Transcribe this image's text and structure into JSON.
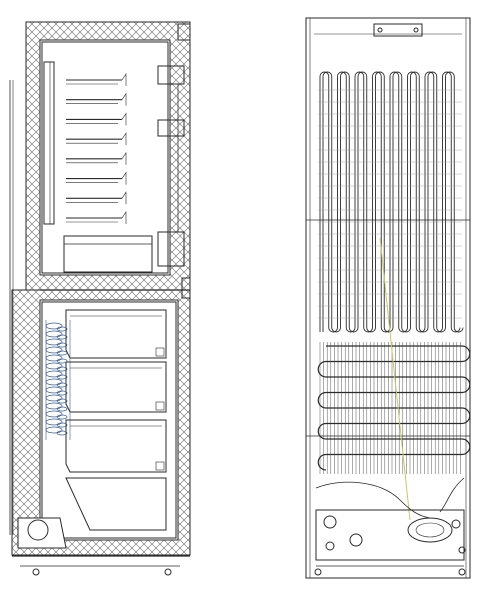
{
  "drawing": {
    "views": [
      {
        "id": "side-section",
        "description_visible": false
      },
      {
        "id": "rear-view",
        "description_visible": false
      }
    ],
    "side_section": {
      "upper_shelves": 8,
      "lower_drawers": 3
    },
    "rear_view": {
      "condenser_upper_loops": 8,
      "evaporator_lower_passes": 8
    },
    "colors": {
      "line": "#2a2a2a",
      "insulation_hatch": "#6a6a6a",
      "accent_wire": "#c8c870",
      "background": "#ffffff",
      "light_line": "#9a9a9a"
    }
  }
}
